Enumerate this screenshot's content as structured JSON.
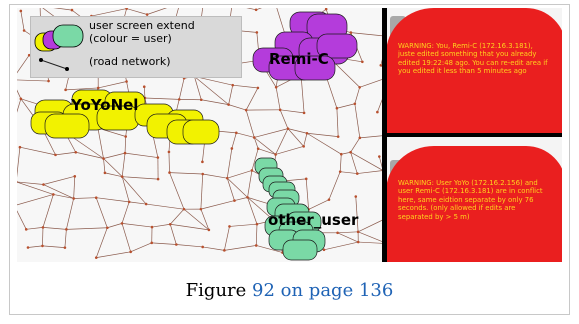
{
  "legend": {
    "line1": "user screen extend",
    "line2": "(colour = user)",
    "line3": "(road network)"
  },
  "users": [
    {
      "name": "Remi-C",
      "color": "#b43cdb"
    },
    {
      "name": "YoYoNel",
      "color": "#f2f200"
    },
    {
      "name": "other_user",
      "color": "#7ad9a6"
    }
  ],
  "warnings": [
    {
      "text": "WARNING: You, Remi-C (172.16.3.181), juste edited something that you already edited 19:22:48 ago. You can re-edit area if you edited it less than 5 minutes ago"
    },
    {
      "text": "WARNING: User YoYo (172.16.2.156) and user  Remi-C (172.16.3.181) are in conflict here, same eidtion separate by only 76 seconds. (only allowed if edits are separated by > 5 m)"
    }
  ],
  "colors": {
    "warning_bg": "#ea1f1f",
    "warning_text": "#ffd21e",
    "link": "#1f63b5"
  },
  "caption": {
    "prefix": "Figure ",
    "figure_number": "92",
    "link_text": "on page 136"
  }
}
